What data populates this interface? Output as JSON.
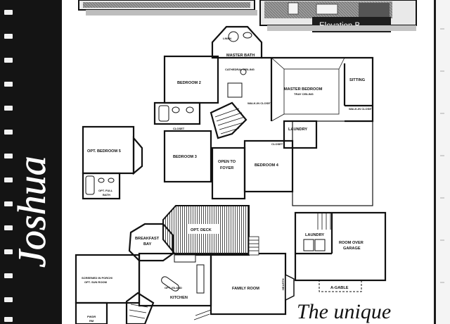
{
  "brochure": {
    "plan_name": "Joshua",
    "elevation_label": "Elevation B",
    "tagline": "The unique"
  },
  "second_floor": {
    "rooms": {
      "master_bath": "MASTER BATH",
      "master_bath_note": "CATHEDRAL CEILING",
      "linen": "LINEN",
      "bedroom2": "BEDROOM 2",
      "master_bedroom": "MASTER BEDROOM",
      "master_bedroom_note": "TRAY CEILING",
      "sitting": "SITTING",
      "walkin_closet_left": "WALK-IN CLOSET",
      "walkin_closet_right": "WALK-IN CLOSET",
      "laundry": "LAUNDRY",
      "closet_a": "CLOSET",
      "closet_b": "CLOSET",
      "bedroom3": "BEDROOM 3",
      "open_to_foyer_1": "OPEN TO",
      "open_to_foyer_2": "FOYER",
      "bedroom4": "BEDROOM 4"
    }
  },
  "options": {
    "opt_bedroom5": "OPT. BEDROOM 5",
    "opt_full_bath_1": "OPT. FULL",
    "opt_full_bath_2": "BATH"
  },
  "first_floor": {
    "rooms": {
      "breakfast_bay_1": "BREAKFAST",
      "breakfast_bay_2": "BAY",
      "opt_deck": "OPT. DECK",
      "screened_porch_1": "SCREENED IN PORCH/",
      "screened_porch_2": "OPT. SUN ROOM",
      "kitchen": "KITCHEN",
      "island": "OPT. ISLAND",
      "family_room": "FAMILY ROOM",
      "hearth": "HEARTH",
      "pwdr_1": "PWDR",
      "pwdr_2": "RM"
    }
  },
  "garage": {
    "laundry": "LAUNDRY",
    "room_over_garage_1": "ROOM OVER",
    "room_over_garage_2": "GARAGE",
    "gable": "A-GABLE"
  }
}
